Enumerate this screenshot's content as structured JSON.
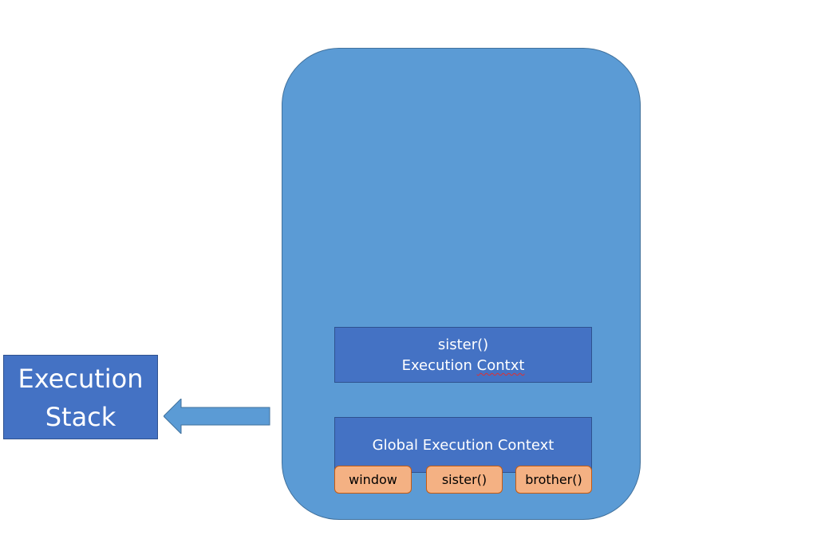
{
  "execution_stack_label": {
    "line1": "Execution",
    "line2": "Stack"
  },
  "sister_context": {
    "line1": "sister()",
    "line2_word1": "Execution",
    "line2_word2": "Contxt"
  },
  "global_context": {
    "title": "Global Execution Context",
    "variables": [
      "window",
      "sister()",
      "brother()"
    ]
  },
  "colors": {
    "stack_fill": "#5b9bd5",
    "context_fill": "#4472c4",
    "variable_fill": "#f4b183",
    "arrow_fill": "#5b9bd5"
  },
  "icons": {
    "arrow": "left-arrow-icon"
  }
}
